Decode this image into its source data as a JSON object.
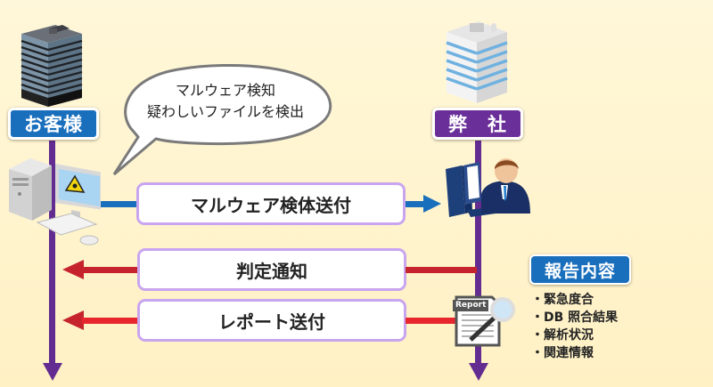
{
  "colors": {
    "background": "#fff4cf",
    "lifeline": "#632c91",
    "customer_badge": "#1a6fbd",
    "company_badge": "#6a2f99",
    "report_badge": "#1a6fbd",
    "send_arrow": "#1a6fbd",
    "return_arrow": "#c5242c",
    "message_box_border": "#c9a5ef"
  },
  "actors": {
    "customer": {
      "label": "お客様",
      "icon": "dark-office-building-icon"
    },
    "company": {
      "label": "弊　社",
      "icon": "white-office-building-icon"
    }
  },
  "speech_bubble": {
    "lines": [
      "マルウェア検知",
      "疑わしいファイルを検出"
    ]
  },
  "customer_device": {
    "icon": "infected-computer-icon",
    "warning": "skull-warning-icon"
  },
  "company_device": {
    "icon": "analyst-at-computer-icon"
  },
  "messages": [
    {
      "label": "マルウェア検体送付",
      "direction": "customer-to-company"
    },
    {
      "label": "判定通知",
      "direction": "company-to-customer"
    },
    {
      "label": "レポート送付",
      "direction": "company-to-customer"
    }
  ],
  "report_icon": {
    "tag": "Report"
  },
  "report_contents": {
    "title": "報告内容",
    "items": [
      "緊急度合",
      "DB 照合結果",
      "解析状況",
      "関連情報"
    ]
  }
}
